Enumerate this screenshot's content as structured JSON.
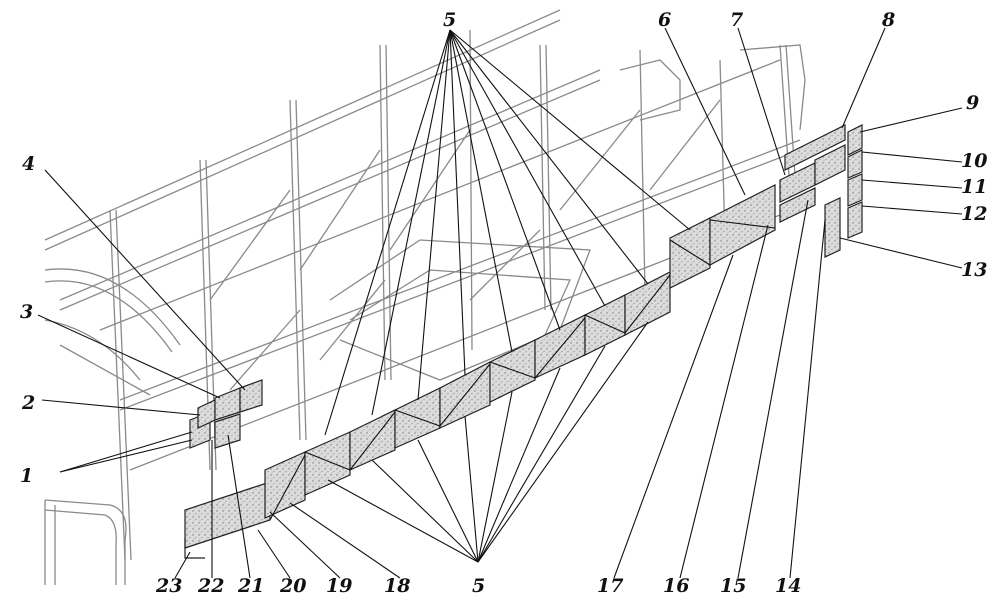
{
  "callouts": {
    "c1": "1",
    "c2": "2",
    "c3": "3",
    "c4": "4",
    "c5_top": "5",
    "c5_bottom": "5",
    "c6": "6",
    "c7": "7",
    "c8": "8",
    "c9": "9",
    "c10": "10",
    "c11": "11",
    "c12": "12",
    "c13": "13",
    "c14": "14",
    "c15": "15",
    "c16": "16",
    "c17": "17",
    "c18": "18",
    "c19": "19",
    "c20": "20",
    "c21": "21",
    "c22": "22",
    "c23": "23"
  },
  "colors": {
    "panel_fill": "#d9d9d9",
    "panel_stroke": "#222222",
    "frame": "#8a8a8a",
    "leader": "#111111"
  }
}
